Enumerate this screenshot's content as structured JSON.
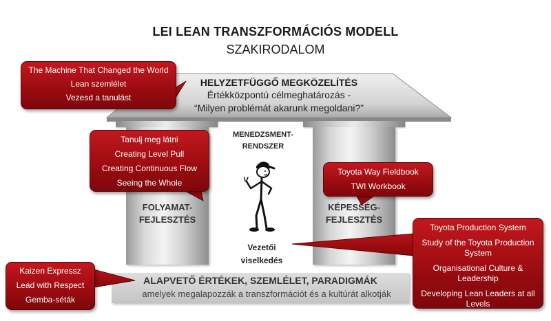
{
  "title": {
    "line1": "LEI LEAN TRANSZFORMÁCIÓS MODELL",
    "line2": "SZAKIRODALOM"
  },
  "roof": {
    "heading": "HELYZETFÜGGŐ MEGKÖZELÍTÉS",
    "line1": "Értékközpontú célmeghatározás -",
    "line2": "“Milyen problémát akarunk megoldani?”"
  },
  "center": {
    "management_line1": "MENEDZSMENT-",
    "management_line2": "RENDSZER",
    "leader_line1": "Vezetői",
    "leader_line2": "viselkedés"
  },
  "pillars": {
    "left_line1": "FOLYAMAT-",
    "left_line2": "FEJLESZTÉS",
    "right_line1": "KÉPESSÉG-",
    "right_line2": "FEJLESZTÉS"
  },
  "base": {
    "heading": "ALAPVETŐ ÉRTÉKEK, SZEMLÉLET, PARADIGMÁK",
    "sub": "amelyek megalapozzák a transzformációt és a kultúrát alkotják"
  },
  "callouts": {
    "top_left": [
      "The Machine That Changed the World",
      "Lean szemlélet",
      "Vezesd a tanulást"
    ],
    "process": [
      "Tanulj meg látni",
      "Creating Level Pull",
      "Creating Continuous Flow",
      "Seeing the Whole"
    ],
    "capability": [
      "Toyota Way Fieldbook",
      "TWI Workbook"
    ],
    "leadership": [
      "Toyota Production System",
      "Study of the Toyota Production System",
      "Organisational Culture & Leadership",
      "Developing Lean Leaders at all Levels"
    ],
    "foundation": [
      "Kaizen Expressz",
      "Lead with Respect",
      "Gemba-séták"
    ]
  },
  "colors": {
    "callout_red": "#a80f14",
    "pillar_gray": "#d0d0d0"
  }
}
